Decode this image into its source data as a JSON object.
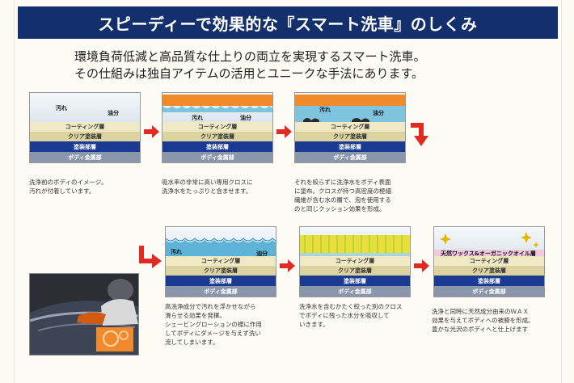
{
  "title": "スピーディーで効果的な『スマート洗車』のしくみ",
  "intro": [
    "環境負荷低減と高品質な仕上りの両立を実現するスマート洗車。",
    "その仕組みは独自アイテムの活用とユニークな手法にあります。"
  ],
  "layers": {
    "coating": "コーティング層",
    "clear": "クリア塗装層",
    "paint": "塗装部層",
    "metal": "ボディ金属部"
  },
  "tags": {
    "dirt": "汚れ",
    "oil": "油分",
    "wax": "天然ワックス&オーガニックオイル層"
  },
  "steps": [
    {
      "caption": [
        "洗浄前のボディのイメージ。",
        "汚れが付着しています。"
      ]
    },
    {
      "caption": [
        "吸水率の非常に高い専用クロスに",
        "洗浄水をたっぷりと含ませます。"
      ]
    },
    {
      "caption": [
        "それを絞らずに洗浄水をボディ表面",
        "に塗布。クロスが持つ高密度の極細",
        "繊維が含む水の層で、泡を使用する",
        "のと同じクッション効果を形成。"
      ]
    },
    {
      "caption": [
        "高洗浄成分で汚れを浮かせながら",
        "滑らせる効果を発揮。",
        "シェービングローションの様に作用",
        "してボディにダメージを与えず洗い",
        "流してしまいます。"
      ]
    },
    {
      "caption": [
        "洗浄水を含むかたく絞った別のクロス",
        "でボディに残った水分を吸収して",
        "いきます。"
      ]
    },
    {
      "caption": [
        "洗浄と同時に天然成分由来のＷＡＸ",
        "効果を与えてボディへの被膜を形成。",
        "豊かな光沢のボディへと仕上げます"
      ]
    }
  ],
  "colors": {
    "banner": "#13306c",
    "arrow": "#e02a24",
    "cloth_orange": "#f08a2a",
    "cloth_yellow": "#e8df3a",
    "water": "#7fc4de"
  }
}
